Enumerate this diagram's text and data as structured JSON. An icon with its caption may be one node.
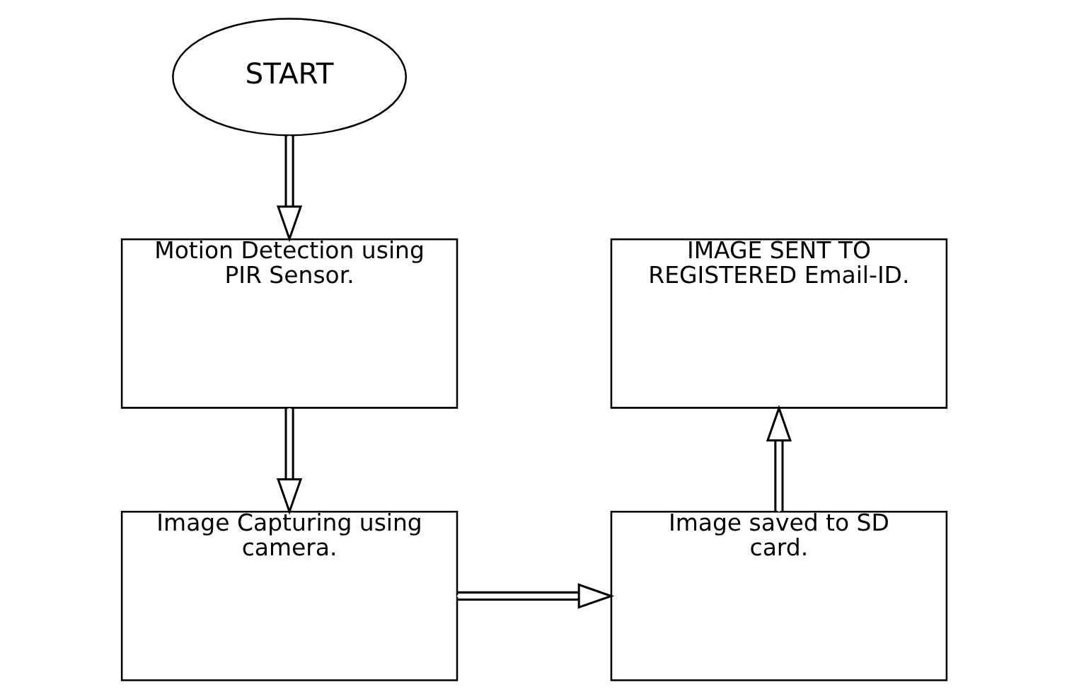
{
  "diagram": {
    "nodes": [
      {
        "text": [
          "START"
        ]
      },
      {
        "text": [
          "Motion Detection using PIR Sensor."
        ]
      },
      {
        "text": [
          "Image Capturing using camera."
        ]
      },
      {
        "text": [
          "Image saved to SD card."
        ]
      },
      {
        "text": [
          "IMAGE SENT TO REGISTERED Email-ID."
        ]
      }
    ],
    "edges": [
      {
        "from": 0,
        "to": 1,
        "arrow": "to"
      },
      {
        "from": 1,
        "to": 2,
        "arrow": "to"
      },
      {
        "from": 2,
        "to": 3,
        "arrow": "to"
      },
      {
        "from": 3,
        "to": 4,
        "arrow": "to"
      }
    ]
  }
}
